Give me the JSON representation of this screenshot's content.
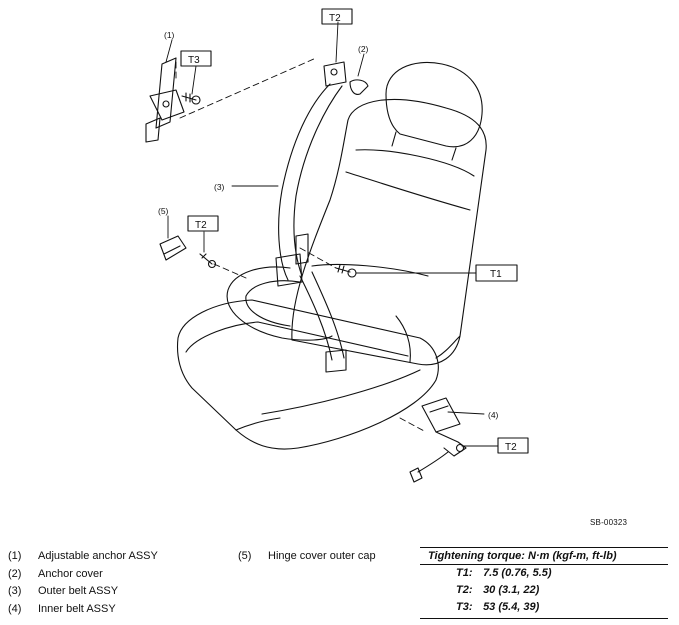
{
  "callouts": {
    "c1": "(1)",
    "c2": "(2)",
    "c3": "(3)",
    "c4": "(4)",
    "c5": "(5)",
    "t3_top": "T3",
    "t2_top": "T2",
    "t2_left": "T2",
    "t1": "T1",
    "t2_buckle": "T2"
  },
  "figure_id": "SB-00323",
  "legend": {
    "items": [
      {
        "num": "(1)",
        "text": "Adjustable anchor ASSY"
      },
      {
        "num": "(2)",
        "text": "Anchor cover"
      },
      {
        "num": "(3)",
        "text": "Outer belt ASSY"
      },
      {
        "num": "(4)",
        "text": "Inner belt ASSY"
      },
      {
        "num": "(5)",
        "text": "Hinge cover outer cap"
      }
    ]
  },
  "torque": {
    "header": "Tightening torque: N·m (kgf-m, ft-lb)",
    "rows": [
      {
        "label": "T1:",
        "value": "7.5 (0.76, 5.5)"
      },
      {
        "label": "T2:",
        "value": "30 (3.1, 22)"
      },
      {
        "label": "T3:",
        "value": "53 (5.4, 39)"
      }
    ]
  }
}
